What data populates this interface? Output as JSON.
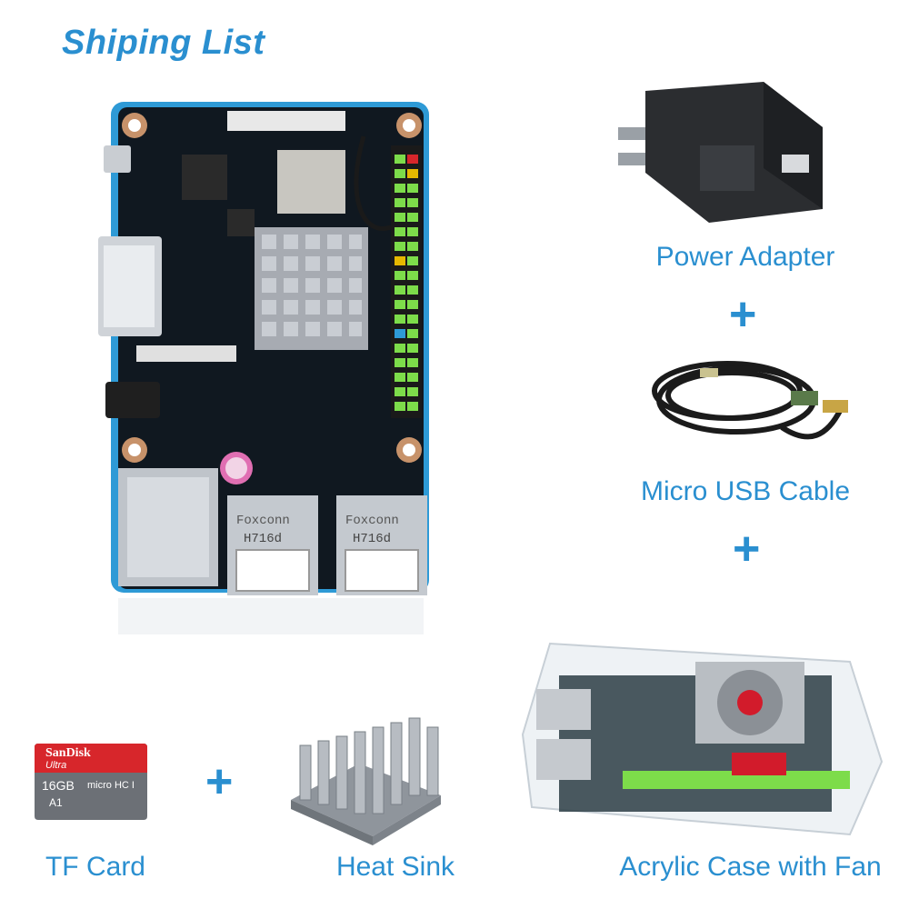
{
  "title": "Shiping List",
  "items": {
    "power_adapter": "Power Adapter",
    "micro_usb_cable": "Micro USB Cable",
    "tf_card": "TF Card",
    "heat_sink": "Heat Sink",
    "acrylic_case": "Acrylic Case with Fan"
  },
  "plus_sign": "+",
  "tf_card_label": {
    "brand": "SanDisk",
    "line": "Ultra",
    "capacity": "16GB",
    "format": "micro HC I",
    "class": "A1"
  },
  "usb_port_label": "H716d",
  "usb_brand": "Foxconn",
  "colors": {
    "accent": "#2a8fd0",
    "pcb": "#101820",
    "pcb_edge": "#2e9ad6",
    "metal": "#b5bcc4",
    "gpio_green": "#7ddc4a",
    "sd_red": "#d7262b"
  }
}
